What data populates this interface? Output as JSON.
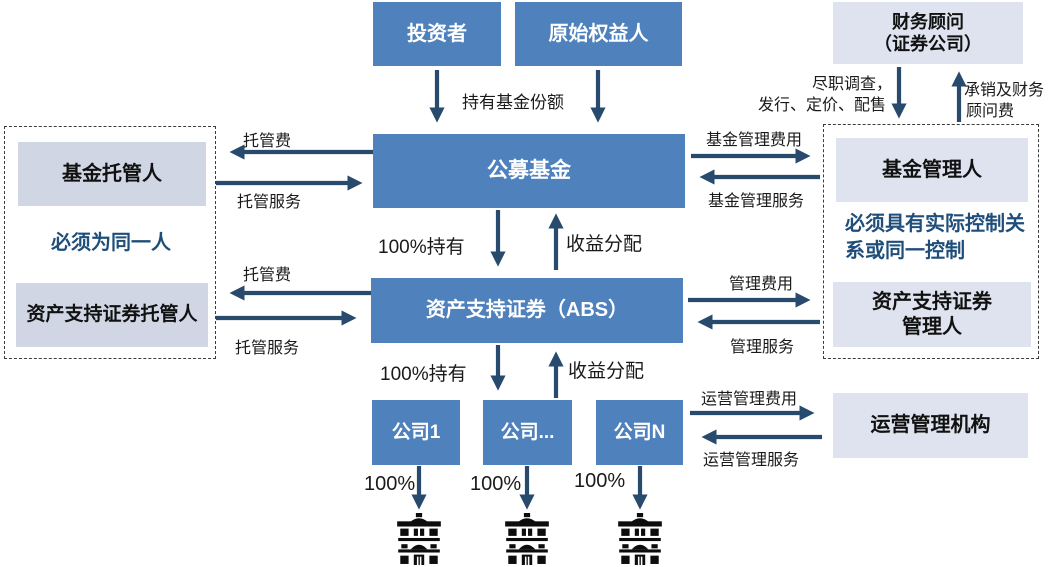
{
  "diagram": {
    "nodes": {
      "investor": {
        "label": "投资者"
      },
      "originator": {
        "label": "原始权益人"
      },
      "financial_advisor": {
        "line1": "财务顾问",
        "line2": "（证券公司）"
      },
      "public_fund": {
        "label": "公募基金"
      },
      "fund_custodian": {
        "label": "基金托管人"
      },
      "custodian_note": {
        "label": "必须为同一人"
      },
      "abs_custodian": {
        "label": "资产支持证券托管人"
      },
      "fund_manager": {
        "label": "基金管理人"
      },
      "manager_note": {
        "line1": "必须具有实际控制关",
        "line2": "系或同一控制"
      },
      "abs_manager": {
        "line1": "资产支持证券",
        "line2": "管理人"
      },
      "abs": {
        "label": "资产支持证券（ABS）"
      },
      "company1": {
        "label": "公司1"
      },
      "company_dots": {
        "label": "公司..."
      },
      "companyN": {
        "label": "公司N"
      },
      "ops_manager": {
        "label": "运营管理机构"
      }
    },
    "edge_labels": {
      "hold_fund_shares": "持有基金份额",
      "custody_fee_top": "托管费",
      "custody_service_top": "托管服务",
      "custody_fee_bottom": "托管费",
      "custody_service_bottom": "托管服务",
      "fund_mgmt_fee": "基金管理费用",
      "fund_mgmt_service": "基金管理服务",
      "due_diligence_line1": "尽职调查，",
      "due_diligence_line2": "发行、定价、配售",
      "underwriting_line1": "承销及财务",
      "underwriting_line2": "顾问费",
      "hold_100_upper": "100%持有",
      "income_dist_upper": "收益分配",
      "mgmt_fee": "管理费用",
      "mgmt_service": "管理服务",
      "hold_100_lower": "100%持有",
      "income_dist_lower": "收益分配",
      "ops_fee": "运营管理费用",
      "ops_service": "运营管理服务",
      "pct_1": "100%",
      "pct_2": "100%",
      "pct_3": "100%"
    },
    "icons": {
      "building": "building-icon"
    },
    "colors": {
      "node_blue": "#4f81bd",
      "node_light_left": "#d0d6e4",
      "node_light_right": "#dfe3ef",
      "arrow": "#274a6d",
      "note_text": "#1f4e7a"
    }
  }
}
